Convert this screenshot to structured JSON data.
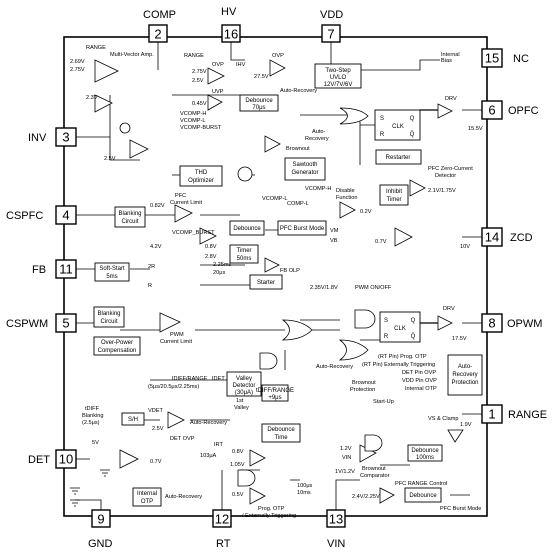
{
  "pins": {
    "comp": {
      "num": "2",
      "name": "COMP"
    },
    "hv": {
      "num": "16",
      "name": "HV"
    },
    "vdd": {
      "num": "7",
      "name": "VDD"
    },
    "nc": {
      "num": "15",
      "name": "NC"
    },
    "opfc": {
      "num": "6",
      "name": "OPFC"
    },
    "inv": {
      "num": "3",
      "name": "INV"
    },
    "cspfc": {
      "num": "4",
      "name": "CSPFC"
    },
    "zcd": {
      "num": "14",
      "name": "ZCD"
    },
    "fb": {
      "num": "11",
      "name": "FB"
    },
    "cspwm": {
      "num": "5",
      "name": "CSPWM"
    },
    "opwm": {
      "num": "8",
      "name": "OPWM"
    },
    "range": {
      "num": "1",
      "name": "RANGE"
    },
    "det": {
      "num": "10",
      "name": "DET"
    },
    "gnd": {
      "num": "9",
      "name": "GND"
    },
    "rt": {
      "num": "12",
      "name": "RT"
    },
    "vin": {
      "num": "13",
      "name": "VIN"
    }
  },
  "blocks": {
    "uvlo": [
      "Two-Step",
      "UVLO",
      "12V/7V/6V"
    ],
    "internal_bias": [
      "Internal",
      "Bias"
    ],
    "debounce_70": [
      "Debounce",
      "70μs"
    ],
    "thd": [
      "THD",
      "Optimizer"
    ],
    "sawtooth": [
      "Sawtooth",
      "Generator"
    ],
    "restarter": "Restarter",
    "inhibit": [
      "Inhibit",
      "Timer"
    ],
    "blanking_pfc": [
      "Blanking",
      "Circuit"
    ],
    "debounce_pfc": "Debounce",
    "pfc_burst": "PFC Burst Mode",
    "timer_50": [
      "Timer",
      "50ms"
    ],
    "softstart": [
      "Soft-Start",
      "5ms"
    ],
    "starter": "Starter",
    "blanking_pwm": [
      "Blanking",
      "Circuit"
    ],
    "opc": [
      "Over-Power",
      "Compensation"
    ],
    "valley": [
      "Valley",
      "Detector",
      "(30μA)"
    ],
    "tdiff": "tDIFF/RANGE",
    "sh": "S/H",
    "debounce_time": [
      "Debounce",
      "Time"
    ],
    "internal_otp": [
      "Internal",
      "OTP"
    ],
    "arp": [
      "Auto-",
      "Recovery",
      "Protection"
    ],
    "debounce_100": [
      "Debounce",
      "100ms"
    ],
    "debounce_rng": "Debounce",
    "latch_pfc": {
      "s": "S",
      "r": "R",
      "q": "Q",
      "qn": "Q̄",
      "clk": "CLK"
    },
    "latch_pwm": {
      "s": "S",
      "r": "R",
      "q": "Q",
      "qn": "Q̄",
      "clk": "CLK"
    }
  },
  "labels": {
    "range_top": "RANGE",
    "multi_vector": "Multi-Vector Amp.",
    "v2_69": "2.69V",
    "v2_75a": "2.75V",
    "v2_3": "2.3V",
    "v2_5a": "2.5V",
    "range_ovp": "RANGE",
    "ovp": "OVP",
    "uvp": "UVP",
    "v2_75b": "2.75V",
    "v2_5b": "2.5V",
    "v0_45": "0.45V",
    "vcomp_h": "VCOMP-H",
    "vcomp_l": "VCOMP-L",
    "vcomp_burst": "VCOMP-BURST",
    "ovp_hv": "OVP",
    "v27_5": "27.5V",
    "auto_recovery_1": "Auto-Recovery",
    "ihv": "IHV",
    "brownout": "Brownout",
    "auto_recovery_2": [
      "Auto-",
      "Recovery"
    ],
    "drv_pfc": "DRV",
    "v15_5": "15.5V",
    "pfc_zcd": [
      "PFC Zero-Current",
      "Detector"
    ],
    "v2_1_1_75": "2.1V/1.75V",
    "disable_fn": [
      "Disable",
      "Function"
    ],
    "v0_2": "0.2V",
    "pfc_climit": [
      "PFC",
      "Current Limit"
    ],
    "v0_82": "0.82V",
    "comp_l": "COMP-L",
    "vcomp_h2": "VCOMP-H",
    "vm": "VM",
    "vb": "VB",
    "vcomp_l2": "VCOMP-L",
    "v0_7": "0.7V",
    "v10": "10V",
    "v4_2": "4.2V",
    "vclamp": "VCOMP_BURST",
    "v0_8": "0.8V",
    "v2_8": "2.8V",
    "v2_25ms": "2.25ms",
    "v20us": "20μs",
    "fb_olp": "FB OLP",
    "two_r": "2R",
    "r_lbl": "R",
    "v2_35": "2.35V/1.8V",
    "pwm_on_off": "PWM ON/OFF",
    "pwm_climit": [
      "PWM",
      "Current Limit"
    ],
    "drv_pwm": "DRV",
    "v17_5": "17.5V",
    "auto_recovery_3": "Auto-Recovery",
    "brownout_prot": [
      "Brownout",
      "Protection"
    ],
    "otp_list": [
      "(RT Pin) Prog. OTP",
      "(RT Pin) Externally Triggering",
      "DET Pin OVP",
      "VDD Pin OVP",
      "Internal OTP"
    ],
    "start_up": "Start-Up",
    "vsense": "IDIFF/RANGE",
    "valley_time": "(5μs/20.5μs/2.25ms)",
    "ideff": "IDET",
    "first_valley": [
      "1st",
      "Valley"
    ],
    "tdiff_val": "tDIFF/RANGE",
    "t9us": "+9μs",
    "tdif_blank": [
      "tDIFF",
      "Blanking",
      "(2.5μs)"
    ],
    "vdet": "VDET",
    "v2_5c": "2.5V",
    "auto_recovery_4": "Auto-Recovery",
    "det_ovp": "DET OVP",
    "v5v": "5V",
    "v0_7b": "0.7V",
    "ith": "IRT",
    "v103": "103μA",
    "v0_8b": "0.8V",
    "v1_05": "1.05V",
    "v0_5": "0.5V",
    "v100us": "100μs",
    "v10ms": "10ms",
    "prog_otp": [
      "Prog. OTP",
      "/ Externally Triggering"
    ],
    "auto_recovery_5": "Auto-Recovery",
    "vs_clamp": "VS & Clamp",
    "v1_9": "1.9V",
    "v1_2": "1.2V",
    "vin_lbl": "VIN",
    "v1_1": "1V/1.2V",
    "brownout_comp": [
      "Brownout",
      "Comparator"
    ],
    "pfc_range": "PFC RANGE Control",
    "v2_4": "2.4V/2.25V",
    "pfc_burst2": "PFC Burst Mode"
  }
}
